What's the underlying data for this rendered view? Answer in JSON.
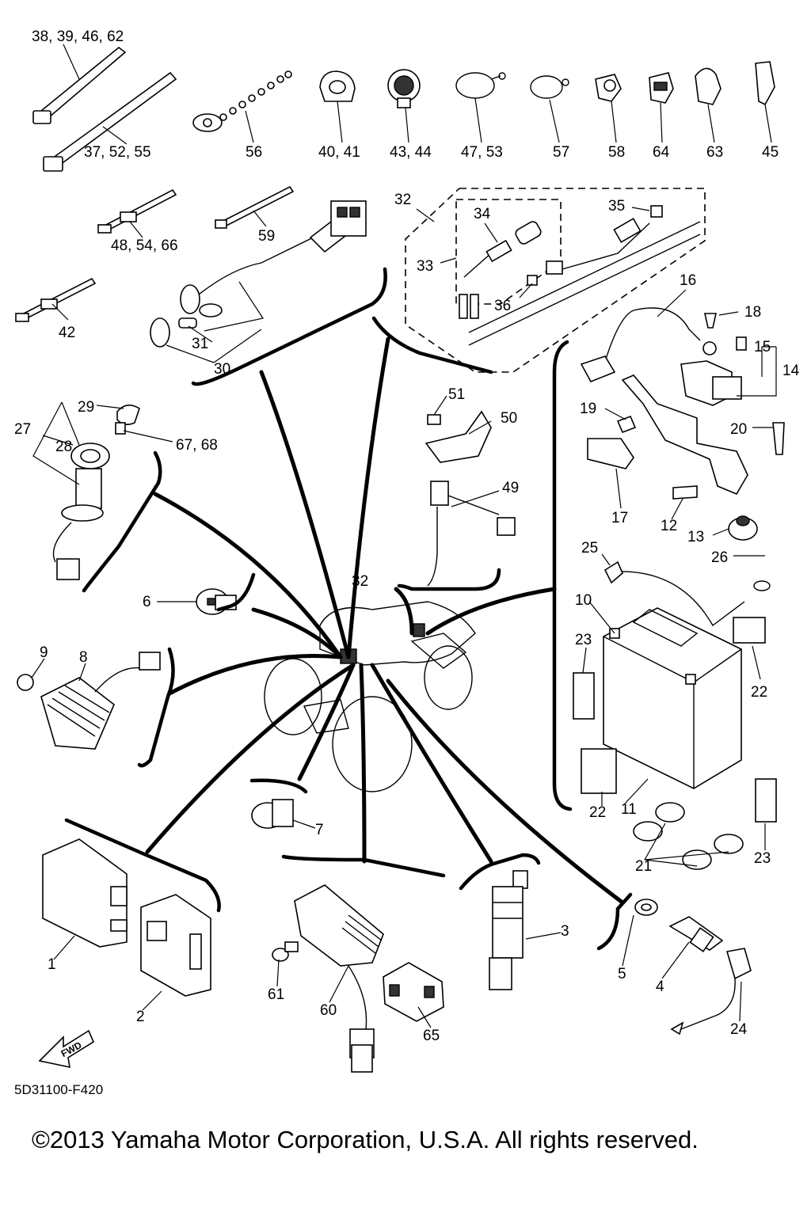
{
  "diagram_code": "5D31100-F420",
  "copyright": "©2013 Yamaha Motor Corporation, U.S.A. All rights reserved.",
  "fwd_label": "FWD",
  "callouts": {
    "c38": "38, 39, 46, 62",
    "c37": "37, 52, 55",
    "c56": "56",
    "c40": "40, 41",
    "c43": "43, 44",
    "c47": "47,  53",
    "c57": "57",
    "c58": "58",
    "c64": "64",
    "c63": "63",
    "c45": "45",
    "c48": "48, 54, 66",
    "c59": "59",
    "c42": "42",
    "c31": "31",
    "c30": "30",
    "c32a": "32",
    "c34": "34",
    "c33": "33",
    "c35": "35",
    "c36": "36",
    "c16": "16",
    "c18": "18",
    "c15": "15",
    "c14": "14",
    "c29": "29",
    "c27": "27",
    "c28": "28",
    "c67": "67, 68",
    "c51": "51",
    "c50": "50",
    "c49": "49",
    "c19": "19",
    "c20": "20",
    "c17": "17",
    "c12": "12",
    "c13": "13",
    "c25": "25",
    "c26": "26",
    "c6": "6",
    "c32b": "32",
    "c10": "10",
    "c9": "9",
    "c8": "8",
    "c23a": "23",
    "c22a": "22",
    "c7": "7",
    "c22b": "22",
    "c11": "11",
    "c21": "21",
    "c23b": "23",
    "c1": "1",
    "c2": "2",
    "c3": "3",
    "c5": "5",
    "c4": "4",
    "c24": "24",
    "c61": "61",
    "c60": "60",
    "c65": "65"
  }
}
